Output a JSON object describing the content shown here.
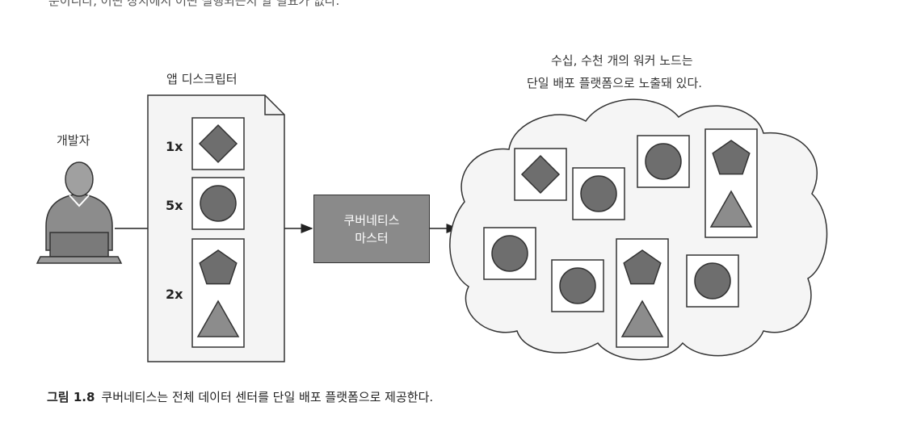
{
  "header_fragment": "뿐이니라, 어떤 장치에서 어떤 실행되는지 알 필요가 없다.",
  "labels": {
    "developer": "개발자",
    "app_descriptor": "앱 디스크립터",
    "workers_line1": "수십, 수천 개의 워커 노드는",
    "workers_line2": "단일 배포 플랫폼으로 노출돼 있다."
  },
  "master": {
    "line1": "쿠버네티스",
    "line2": "마스터"
  },
  "descriptor_items": [
    {
      "multiplier": "1x",
      "shapes": [
        "diamond"
      ]
    },
    {
      "multiplier": "5x",
      "shapes": [
        "circle"
      ]
    },
    {
      "multiplier": "2x",
      "shapes": [
        "pentagon",
        "triangle"
      ]
    }
  ],
  "cluster_nodes": [
    [
      "diamond"
    ],
    [
      "circle"
    ],
    [
      "circle"
    ],
    [
      "pentagon",
      "triangle"
    ],
    [
      "circle"
    ],
    [
      "circle"
    ],
    [
      "pentagon",
      "triangle"
    ],
    [
      "circle"
    ]
  ],
  "caption": {
    "number": "그림 1.8",
    "text": "쿠버네티스는 전체 데이터 센터를 단일 배포 플랫폼으로 제공한다."
  },
  "colors": {
    "shape_fill": "#6e6e6e",
    "triangle_fill": "#8c8c8c",
    "master_fill": "#8a8a8a",
    "outline": "#333333",
    "cloud_fill": "#f5f5f5"
  }
}
